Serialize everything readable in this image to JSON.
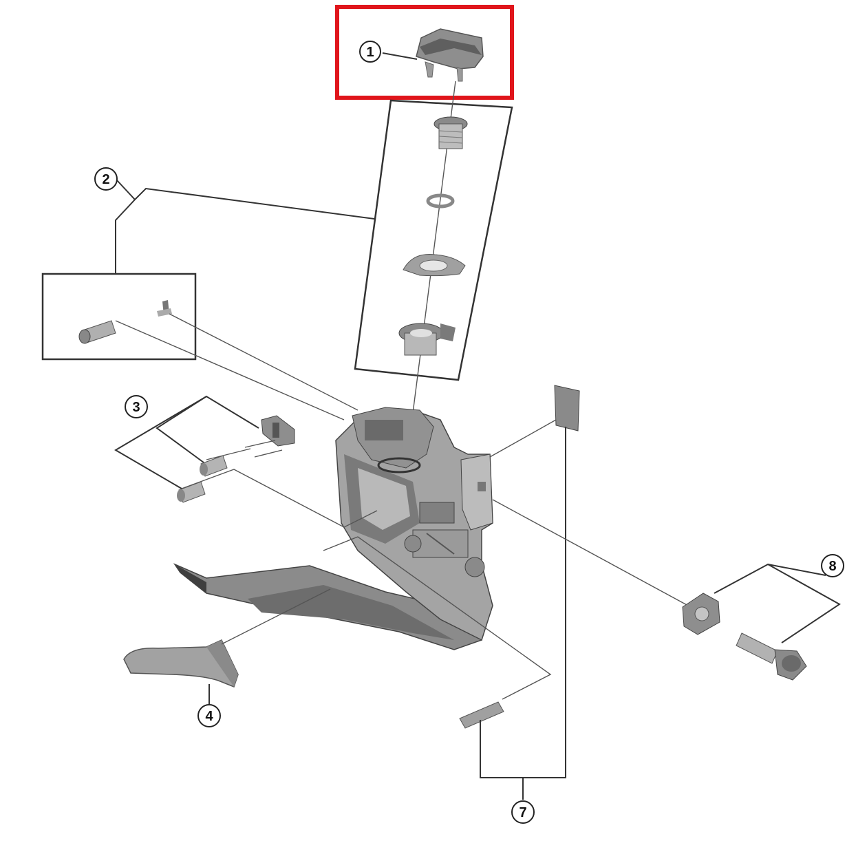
{
  "callouts": [
    {
      "id": "part-1",
      "label": "1"
    },
    {
      "id": "part-2",
      "label": "2"
    },
    {
      "id": "part-3",
      "label": "3"
    },
    {
      "id": "part-4",
      "label": "4"
    },
    {
      "id": "part-7",
      "label": "7"
    },
    {
      "id": "part-8",
      "label": "8"
    }
  ],
  "highlight": {
    "part": "1",
    "color": "#e0151b"
  },
  "colors": {
    "part_dark": "#7d7d7d",
    "part_mid": "#a6a6a6",
    "part_light": "#cfcfcf",
    "line": "#333333"
  }
}
